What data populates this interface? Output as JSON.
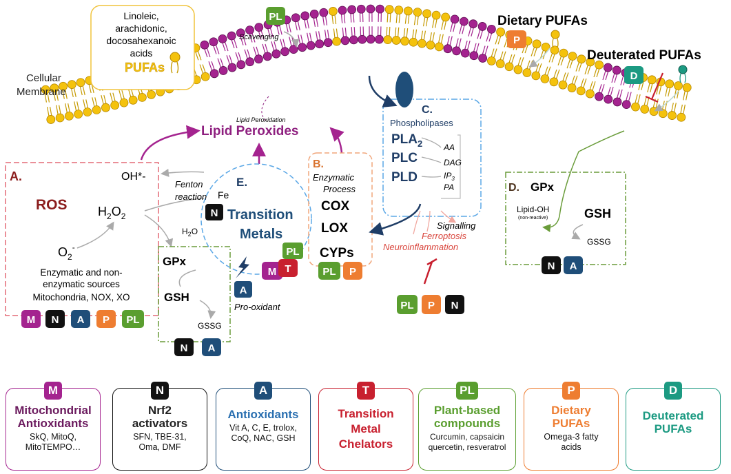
{
  "colors": {
    "mito": "#a4238f",
    "nrf2": "#111111",
    "antiox": "#1f4e79",
    "chelator": "#c8202f",
    "plant": "#5a9e2f",
    "dietary": "#ee7d31",
    "deuterated": "#1c9a82",
    "ros_box": "#e46a76",
    "gpx_box": "#6a9c3a",
    "enz_box": "#f0a57a",
    "pl_box": "#5aa7e6",
    "lipid_peroxide": "#8e1f7f",
    "head_yellow": "#f4c20d",
    "ros_text": "#8b1d1d"
  },
  "membrane": {
    "label_line1": "Cellular",
    "label_line2": "Membrane"
  },
  "pufa_box": {
    "line1": "Linoleic,",
    "line2": "arachidonic,",
    "line3": "docosahexanoic",
    "line4": "acids",
    "title": "PUFAs"
  },
  "top": {
    "pl_chip": "PL",
    "scavenging": "Scavenging",
    "dietary_title": "Dietary PUFAs",
    "dietary_chip": "P",
    "deuterated_title": "Deuterated PUFAs",
    "deuterated_chip": "D"
  },
  "lipid": {
    "peroxidation": "Lipid Peroxidation",
    "peroxides": "Lipid Peroxides"
  },
  "sectionA": {
    "letter": "A.",
    "ros": "ROS",
    "oh": "OH*-",
    "h2o2": "H",
    "h2o2_sub": "2",
    "h2o2_o": "O",
    "h2o2_sub2": "2",
    "o2": "O",
    "o2_sub": "2",
    "o2_sup": "-",
    "desc1": "Enzymatic and non-",
    "desc2": "enzymatic sources",
    "desc3": "Mitochondria, NOX, XO",
    "chips": [
      "M",
      "N",
      "A",
      "P",
      "PL"
    ]
  },
  "fenton": {
    "line1": "Fenton",
    "line2": "reaction",
    "fe": "Fe",
    "h2o": "H",
    "h2o_sub": "2",
    "h2o_o": "O"
  },
  "gpx_left": {
    "gpx": "GPx",
    "gsh": "GSH",
    "gssg": "GSSG",
    "chips": [
      "N",
      "A"
    ]
  },
  "sectionE": {
    "letter": "E.",
    "line1": "Transition",
    "line2": "Metals",
    "n_chip": "N",
    "pl_chip": "PL",
    "m_chip": "M",
    "t_chip": "T",
    "a_chip": "A",
    "prooxidant": "Pro-oxidant"
  },
  "sectionB": {
    "letter": "B.",
    "line1": "Enzymatic",
    "line2": "Process",
    "cox": "COX",
    "lox": "LOX",
    "cyps": "CYPs",
    "chips": [
      "PL",
      "P"
    ]
  },
  "sectionC": {
    "letter": "C.",
    "title": "Phospholipases",
    "pla": "PLA",
    "pla_sub": "2",
    "plc": "PLC",
    "pld": "PLD",
    "aa": "AA",
    "dag": "DAG",
    "ip": "IP",
    "ip_sub": "3",
    "pa": "PA",
    "signalling": "Signalling",
    "ferroptosis": "Ferroptosis",
    "neuro": "Neuroinflammation",
    "chips": [
      "PL",
      "P",
      "N"
    ]
  },
  "sectionD": {
    "letter": "D.",
    "gpx": "GPx",
    "lipid_oh": "Lipid-OH",
    "nonreactive": "(non-reactive)",
    "gsh": "GSH",
    "gssg": "GSSG",
    "chips": [
      "N",
      "A"
    ]
  },
  "legend": [
    {
      "chip": "M",
      "title_lines": [
        "Mitochondrial",
        "Antioxidants"
      ],
      "sub_lines": [
        "SkQ, MitoQ,",
        "MitoTEMPO…"
      ],
      "color": "#a4238f",
      "title_color": "#6b1a5e"
    },
    {
      "chip": "N",
      "title_lines": [
        "Nrf2",
        "activators"
      ],
      "sub_lines": [
        "SFN, TBE-31,",
        "Oma, DMF"
      ],
      "color": "#111111",
      "title_color": "#111111"
    },
    {
      "chip": "A",
      "title_lines": [
        "Antioxidants"
      ],
      "sub_lines": [
        "Vit A, C, E, trolox,",
        "CoQ, NAC, GSH"
      ],
      "color": "#1f4e79",
      "title_color": "#2a6fb0"
    },
    {
      "chip": "T",
      "title_lines": [
        "Transition",
        "Metal",
        "Chelators"
      ],
      "sub_lines": [],
      "color": "#c8202f",
      "title_color": "#c8202f"
    },
    {
      "chip": "PL",
      "title_lines": [
        "Plant-based",
        "compounds"
      ],
      "sub_lines": [
        "Curcumin, capsaicin",
        "quercetin, resveratrol"
      ],
      "color": "#5a9e2f",
      "title_color": "#5a9e2f"
    },
    {
      "chip": "P",
      "title_lines": [
        "Dietary",
        "PUFAs"
      ],
      "sub_lines": [
        "Omega-3 fatty",
        "acids"
      ],
      "color": "#ee7d31",
      "title_color": "#ee7d31"
    },
    {
      "chip": "D",
      "title_lines": [
        "Deuterated",
        "PUFAs"
      ],
      "sub_lines": [],
      "color": "#1c9a82",
      "title_color": "#1c9a82"
    }
  ]
}
